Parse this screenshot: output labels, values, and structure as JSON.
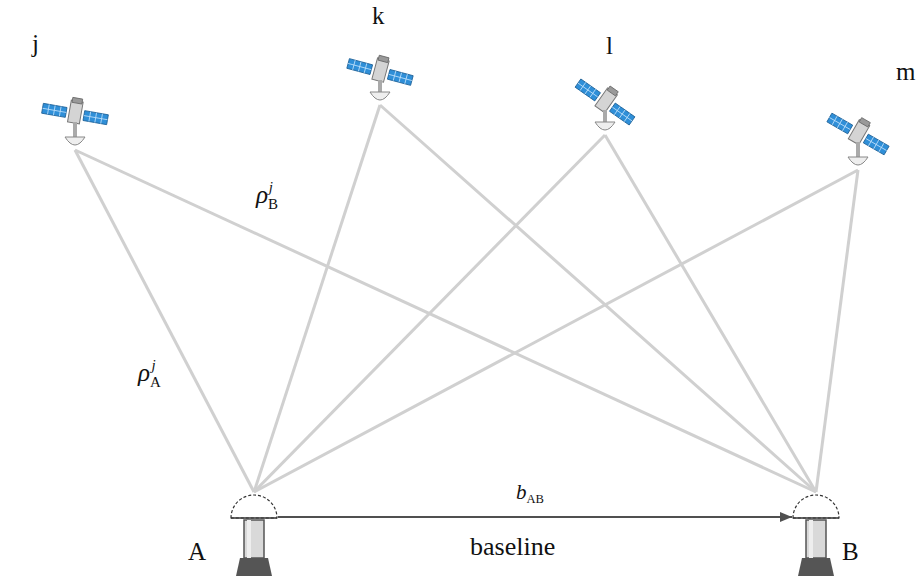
{
  "diagram": {
    "nodes": [
      {
        "text": [
          "j"
        ]
      },
      {
        "text": [
          "k"
        ]
      },
      {
        "text": [
          "l"
        ]
      },
      {
        "text": [
          "m"
        ]
      },
      {
        "text": [
          "A"
        ]
      },
      {
        "text": [
          "B"
        ]
      }
    ],
    "edges": [
      {
        "from": 0,
        "to": 4,
        "arrow": "none",
        "label": "ρAj"
      },
      {
        "from": 0,
        "to": 5,
        "arrow": "none",
        "label": "ρBj"
      },
      {
        "from": 1,
        "to": 4,
        "arrow": "none"
      },
      {
        "from": 1,
        "to": 5,
        "arrow": "none"
      },
      {
        "from": 2,
        "to": 4,
        "arrow": "none"
      },
      {
        "from": 2,
        "to": 5,
        "arrow": "none"
      },
      {
        "from": 3,
        "to": 4,
        "arrow": "none"
      },
      {
        "from": 3,
        "to": 5,
        "arrow": "none"
      },
      {
        "from": 4,
        "to": 5,
        "arrow": "to",
        "label": "bAB"
      }
    ],
    "labels": [
      "baseline"
    ]
  }
}
